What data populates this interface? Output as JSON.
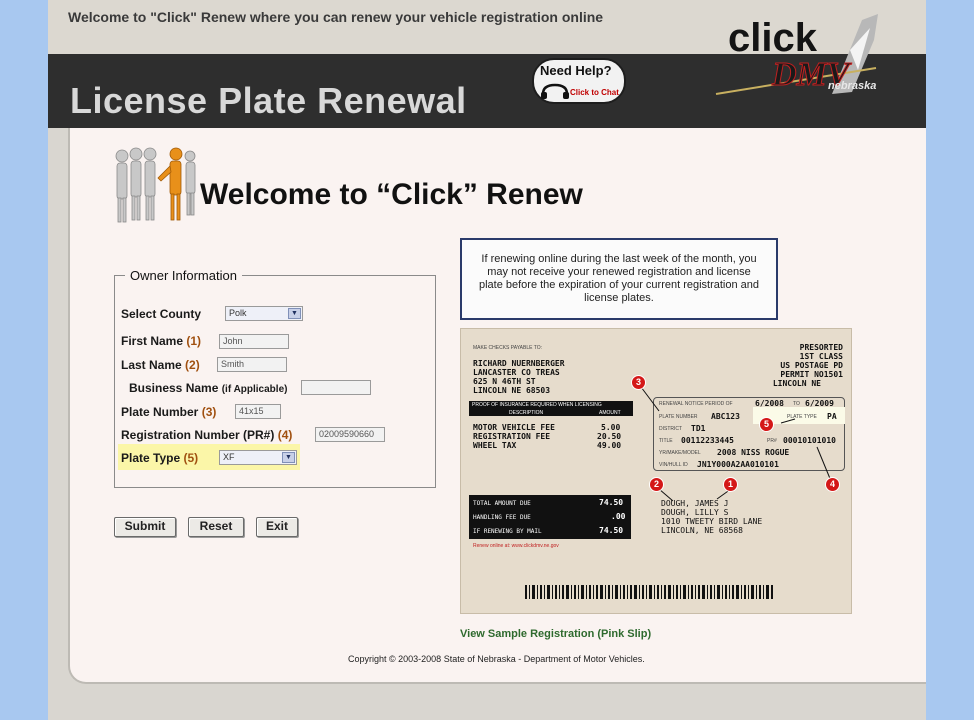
{
  "header": {
    "welcome_text": "Welcome to \"Click\" Renew where you can renew your vehicle registration online",
    "banner_title": "License Plate Renewal",
    "help_line1": "Need Help?",
    "help_line2": "Click to Chat",
    "logo_click": "click",
    "logo_dmv": "DMV",
    "logo_state": "nebraska"
  },
  "main": {
    "welcome_heading": "Welcome to “Click” Renew",
    "notice": "If renewing online during the last week of the month, you may not receive your renewed registration and license plate before the expiration of your current registration and license plates."
  },
  "form": {
    "legend": "Owner Information",
    "county_label": "Select County",
    "county_value": "Polk",
    "first_name_label": "First Name",
    "first_name_num": "(1)",
    "first_name_value": "John",
    "last_name_label": "Last Name",
    "last_name_num": "(2)",
    "last_name_value": "Smith",
    "business_label": "Business Name",
    "business_note": "(if Applicable)",
    "business_value": "",
    "plate_number_label": "Plate Number",
    "plate_number_num": "(3)",
    "plate_number_value": "41x15",
    "registration_label": "Registration Number (PR#)",
    "registration_num": "(4)",
    "registration_value": "02009590660",
    "plate_type_label": "Plate Type",
    "plate_type_num": "(5)",
    "plate_type_value": "XF"
  },
  "buttons": {
    "submit": "Submit",
    "reset": "Reset",
    "exit": "Exit"
  },
  "sample": {
    "make_checks": "MAKE CHECKS PAYABLE TO:",
    "payee_lines": [
      "RICHARD NUERNBERGER",
      "LANCASTER CO TREAS",
      "625 N 46TH ST",
      "LINCOLN NE  68503"
    ],
    "postage_lines": [
      "PRESORTED",
      "1ST CLASS",
      "US POSTAGE PD",
      "PERMIT NO1501",
      "LINCOLN NE"
    ],
    "insurance_header": "PROOF OF INSURANCE REQUIRED WHEN LICENSING",
    "col_description": "DESCRIPTION",
    "col_amount": "AMOUNT",
    "fees": [
      {
        "desc": "MOTOR VEHICLE FEE",
        "amount": "5.00"
      },
      {
        "desc": "REGISTRATION FEE",
        "amount": "20.50"
      },
      {
        "desc": "WHEEL TAX",
        "amount": "49.00"
      }
    ],
    "notice_period_label": "RENEWAL NOTICE PERIOD OF",
    "notice_period_from": "6/2008",
    "notice_period_to_label": "TO",
    "notice_period_to": "6/2009",
    "plate_number_label": "PLATE NUMBER",
    "plate_number": "ABC123",
    "plate_type_label": "PLATE TYPE",
    "plate_type": "PA",
    "district_label": "DISTRICT",
    "district": "TD1",
    "title_label": "TITLE",
    "title": "00112233445",
    "pr_label": "PR#",
    "pr": "00010101010",
    "vehicle_label": "YR/MAKE/MODEL",
    "vehicle": "2008 NISS ROGUE",
    "vin_label": "VIN/HULL ID",
    "vin": "JN1Y000A2AA010101",
    "totals": [
      {
        "label": "TOTAL AMOUNT DUE",
        "amount": "74.50"
      },
      {
        "label": "HANDLING FEE DUE",
        "amount": ".00"
      },
      {
        "label": "IF RENEWING BY MAIL",
        "amount": "74.50"
      }
    ],
    "renew_online": "Renew online at: www.clickdmv.ne.gov",
    "owner_lines": [
      "DOUGH, JAMES J",
      "DOUGH, LILLY S",
      "1010 TWEETY BIRD LANE",
      "LINCOLN, NE 68568"
    ],
    "markers": [
      "1",
      "2",
      "3",
      "4",
      "5"
    ]
  },
  "footer": {
    "sample_link": "View Sample Registration (Pink Slip)",
    "copyright": "Copyright © 2003-2008 State of Nebraska - Department of Motor Vehicles."
  }
}
